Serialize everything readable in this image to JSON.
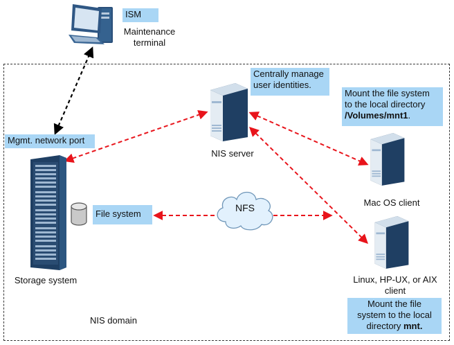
{
  "diagram": {
    "domain_label": "NIS domain",
    "maintenance_terminal": {
      "tag": "ISM",
      "label_line1": "Maintenance",
      "label_line2": "terminal"
    },
    "storage_system": {
      "port_note": "Mgmt. network port",
      "label": "Storage system",
      "file_system_note": "File system"
    },
    "nis_server": {
      "note_line1": "Centrally manage",
      "note_line2": "user identities.",
      "label": "NIS server"
    },
    "nfs_cloud": {
      "label": "NFS"
    },
    "mac_client": {
      "note_line1": "Mount the file system",
      "note_line2": "to the local directory",
      "note_path": "/Volumes/mnt1",
      "note_end": ".",
      "label": "Mac OS client"
    },
    "unix_client": {
      "label_line1": "Linux, HP-UX, or AIX",
      "label_line2": "client",
      "note_line1": "Mount the file",
      "note_line2": "system to the local",
      "note_line3_prefix": "directory ",
      "note_path": "mnt",
      "note_end": "."
    },
    "colors": {
      "note_fill": "#a9d6f5",
      "red_link": "#e8141b",
      "black_link": "#000000",
      "server_dark": "#1f3f63"
    }
  }
}
